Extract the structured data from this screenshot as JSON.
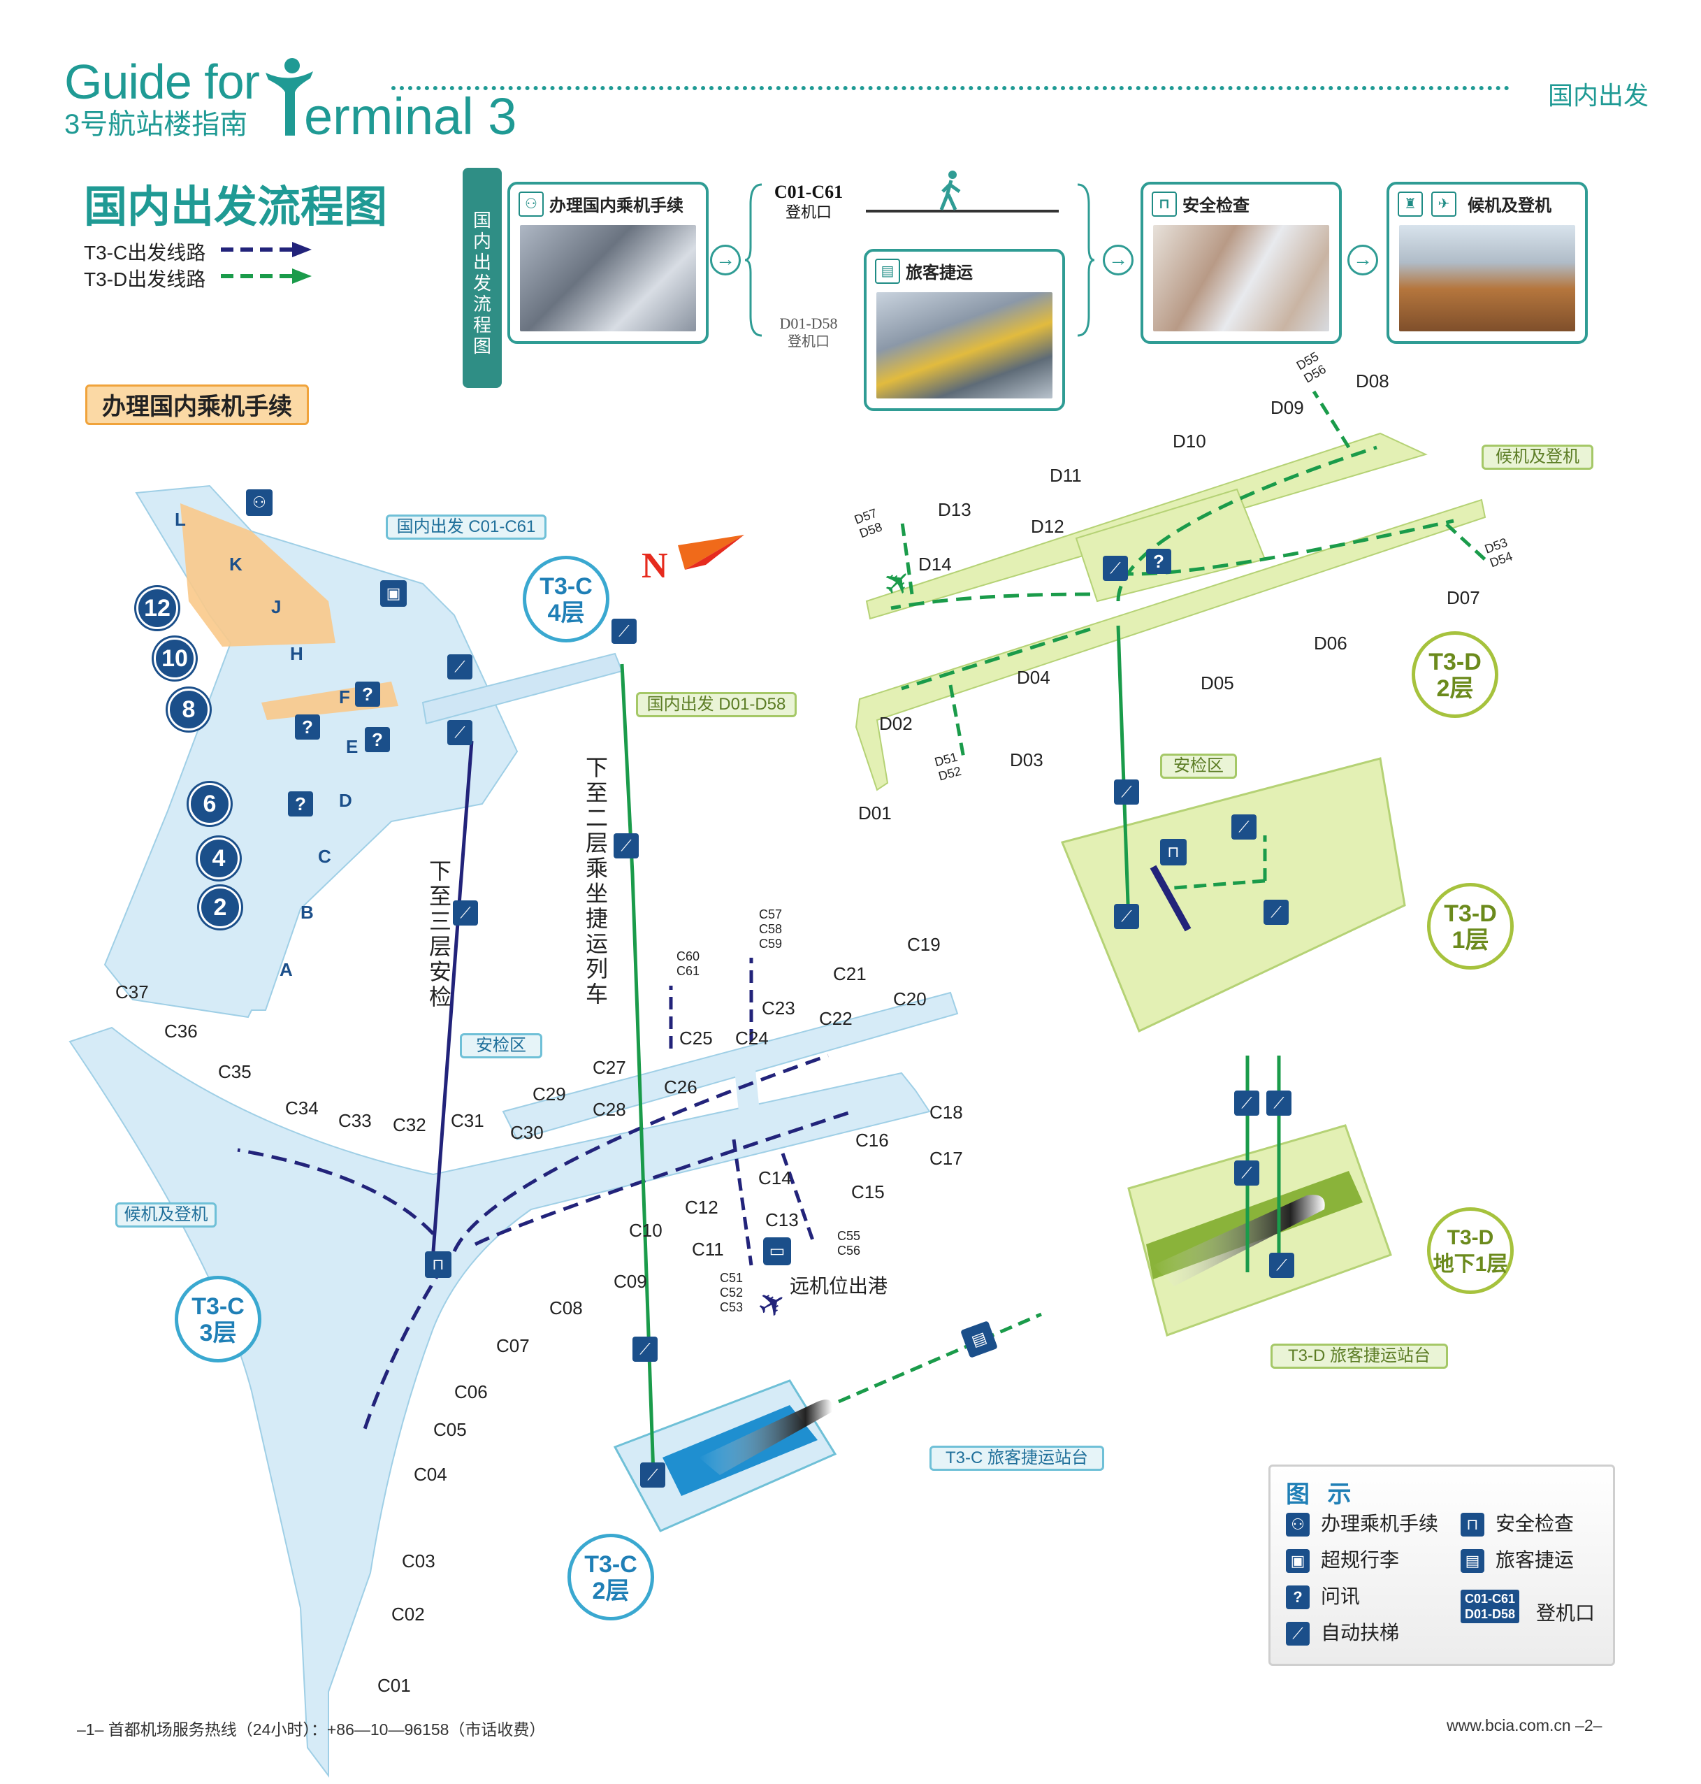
{
  "header": {
    "guide_for": "Guide for",
    "terminal": "erminal 3",
    "subtitle": "3号航站楼指南",
    "section": "国内出发"
  },
  "title": "国内出发流程图",
  "routes": {
    "t3c": "T3-C出发线路",
    "t3d": "T3-D出发线路"
  },
  "flow": {
    "sidebar": "国内出发流程图",
    "checkin": "办理国内乘机手续",
    "gates_c": "C01-C61",
    "gates_c_sub": "登机口",
    "gates_d": "D01-D58",
    "gates_d_sub": "登机口",
    "apm": "旅客捷运",
    "security": "安全检查",
    "boarding": "候机及登机"
  },
  "map": {
    "checkin_label": "办理国内乘机手续",
    "dom_dep_c": "国内出发 C01-C61",
    "dom_dep_d": "国内出发 D01-D58",
    "t3c4": [
      "T3-C",
      "4层"
    ],
    "t3c3": [
      "T3-C",
      "3层"
    ],
    "t3c2": [
      "T3-C",
      "2层"
    ],
    "t3d2": [
      "T3-D",
      "2层"
    ],
    "t3d1": [
      "T3-D",
      "1层"
    ],
    "t3db1": [
      "T3-D",
      "地下1层"
    ],
    "security_c": "安检区",
    "security_d": "安检区",
    "boarding_c": "候机及登机",
    "boarding_d": "候机及登机",
    "down_to_3": "下至三层安检",
    "down_to_2": "下至二层乘坐捷运列车",
    "remote": "远机位出港",
    "apm_c": "T3-C 旅客捷运站台",
    "apm_d": "T3-D  旅客捷运站台",
    "north": "N",
    "islands": [
      "L",
      "K",
      "J",
      "H",
      "F",
      "E",
      "D",
      "C",
      "B",
      "A"
    ],
    "door_numbers": [
      "12",
      "10",
      "8",
      "6",
      "4",
      "2"
    ],
    "c_gates": [
      "C01",
      "C02",
      "C03",
      "C04",
      "C05",
      "C06",
      "C07",
      "C08",
      "C09",
      "C10",
      "C11",
      "C12",
      "C13",
      "C14",
      "C15",
      "C16",
      "C17",
      "C18",
      "C19",
      "C20",
      "C21",
      "C22",
      "C23",
      "C24",
      "C25",
      "C26",
      "C27",
      "C28",
      "C29",
      "C30",
      "C31",
      "C32",
      "C33",
      "C34",
      "C35",
      "C36",
      "C37"
    ],
    "d_gates": [
      "D01",
      "D02",
      "D03",
      "D04",
      "D05",
      "D06",
      "D07",
      "D08",
      "D09",
      "D10",
      "D11",
      "D12",
      "D13",
      "D14"
    ],
    "small_groups": {
      "c60_61": [
        "C60",
        "C61"
      ],
      "c57_59": [
        "C57",
        "C58",
        "C59"
      ],
      "c55_56": [
        "C55",
        "C56"
      ],
      "c51_53": [
        "C51",
        "C52",
        "C53"
      ],
      "d57_58": [
        "D57",
        "D58"
      ],
      "d55_56": [
        "D55",
        "D56"
      ],
      "d53_54": [
        "D53",
        "D54"
      ],
      "d51_52": [
        "D51",
        "D52"
      ]
    }
  },
  "legend": {
    "title": "图 示",
    "items": [
      "办理乘机手续",
      "安全检查",
      "超规行李",
      "旅客捷运",
      "问讯",
      "自动扶梯"
    ],
    "gate_box": [
      "C01-C61",
      "D01-D58"
    ],
    "gate_label": "登机口"
  },
  "footer": {
    "left_page": "1",
    "hotline": "首都机场服务热线（24小时）：+86—10—96158（市话收费）",
    "url": "www.bcia.com.cn",
    "right_page": "2"
  },
  "colors": {
    "teal": "#1f9a94",
    "route_c": "#22237a",
    "route_d": "#1a9b4a",
    "t3c_fill": "#d6ebf7",
    "t3d_fill": "#e3f0b4"
  }
}
